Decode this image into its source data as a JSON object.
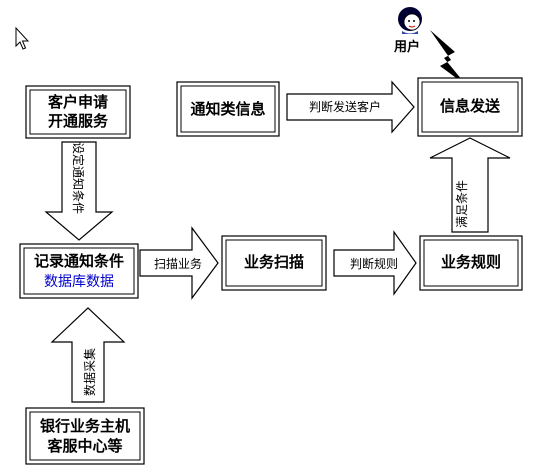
{
  "boxes": {
    "customer_apply": {
      "line1": "客户申请",
      "line2": "开通服务"
    },
    "notify_info": {
      "line1": "通知类信息"
    },
    "info_send": {
      "line1": "信息发送"
    },
    "record_conditions": {
      "line1": "记录通知条件",
      "line2": "数据库数据"
    },
    "business_scan": {
      "line1": "业务扫描"
    },
    "business_rules": {
      "line1": "业务规则"
    },
    "bank_host": {
      "line1": "银行业务主机",
      "line2": "客服中心等"
    }
  },
  "arrows": {
    "judge_send_customer": "判断发送客户",
    "set_notify_condition": "设定通知条件",
    "scan_business": "扫描业务",
    "judge_rules": "判断规则",
    "meet_condition": "满足条件",
    "data_collect": "数据采集"
  },
  "user": {
    "label": "用户"
  },
  "colors": {
    "line": "#000000",
    "sub_text": "#0000cc",
    "user_hair": "#000033",
    "user_face": "#ffffff"
  },
  "icons": {
    "cursor": "cursor-arrow-icon",
    "user": "user-avatar-icon",
    "signal": "lightning-signal-icon"
  }
}
